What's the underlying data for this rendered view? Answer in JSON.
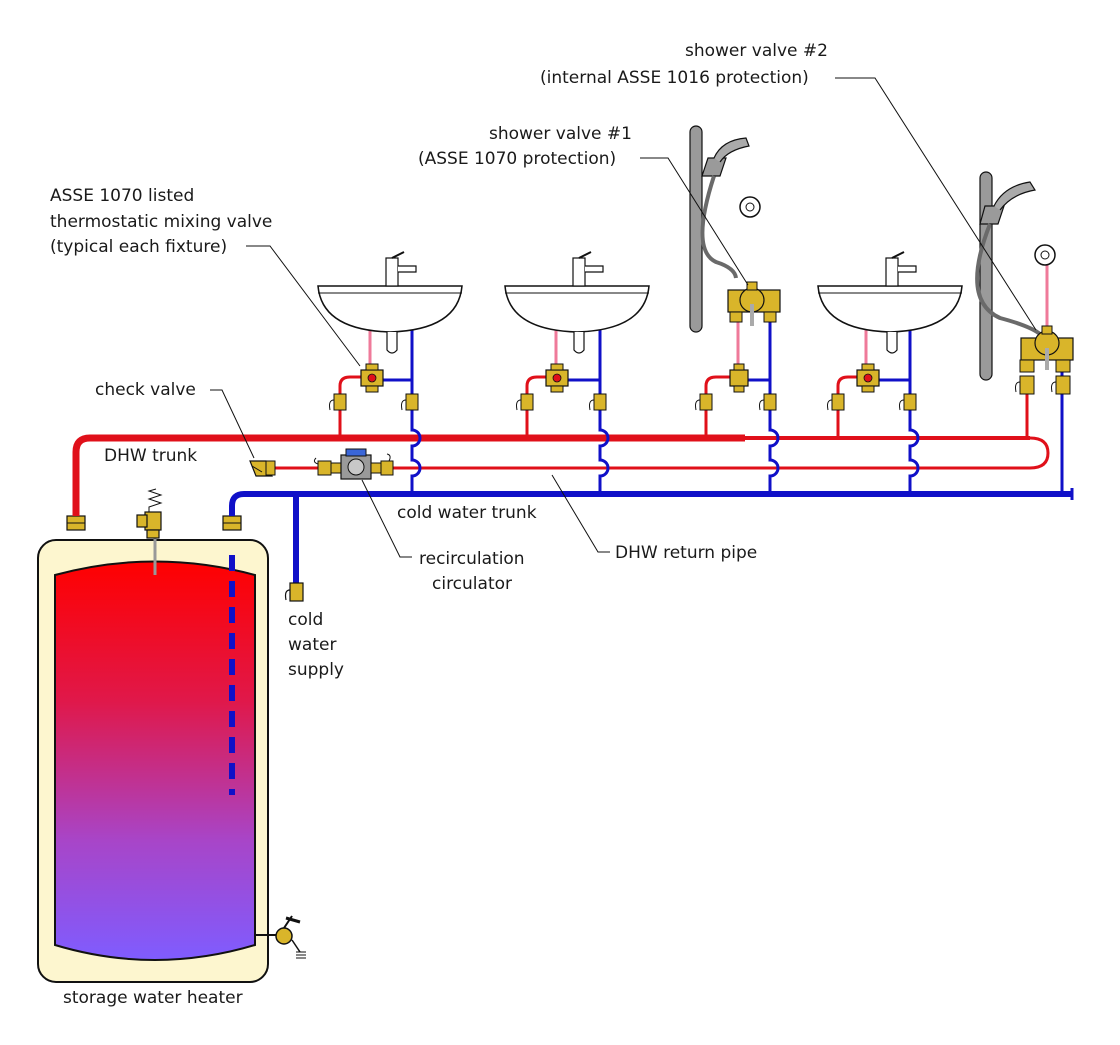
{
  "labels": {
    "shower_valve_2_line1": "shower valve #2",
    "shower_valve_2_line2": "(internal ASSE 1016 protection)",
    "shower_valve_1_line1": "shower valve #1",
    "shower_valve_1_line2": "(ASSE 1070 protection)",
    "mixing_valve_line1": "ASSE 1070 listed",
    "mixing_valve_line2": "thermostatic mixing valve",
    "mixing_valve_line3": "(typical each fixture)",
    "check_valve": "check valve",
    "dhw_trunk": "DHW trunk",
    "cold_water_trunk": "cold water trunk",
    "recirc_line1": "recirculation",
    "recirc_line2": "circulator",
    "dhw_return": "DHW return pipe",
    "cold_supply_line1": "cold",
    "cold_supply_line2": "water",
    "cold_supply_line3": "supply",
    "heater": "storage water heater"
  },
  "colors": {
    "hot_pipe": "#e0101a",
    "cold_pipe": "#1010c8",
    "tempered_pipe": "#ef7a9a",
    "brass": "#d9b52a",
    "tank_jacket": "#fdf6cf",
    "tank_hot": "#ff0000",
    "tank_cold": "#7f5cff",
    "fixture_gray": "#8a8a8a"
  }
}
